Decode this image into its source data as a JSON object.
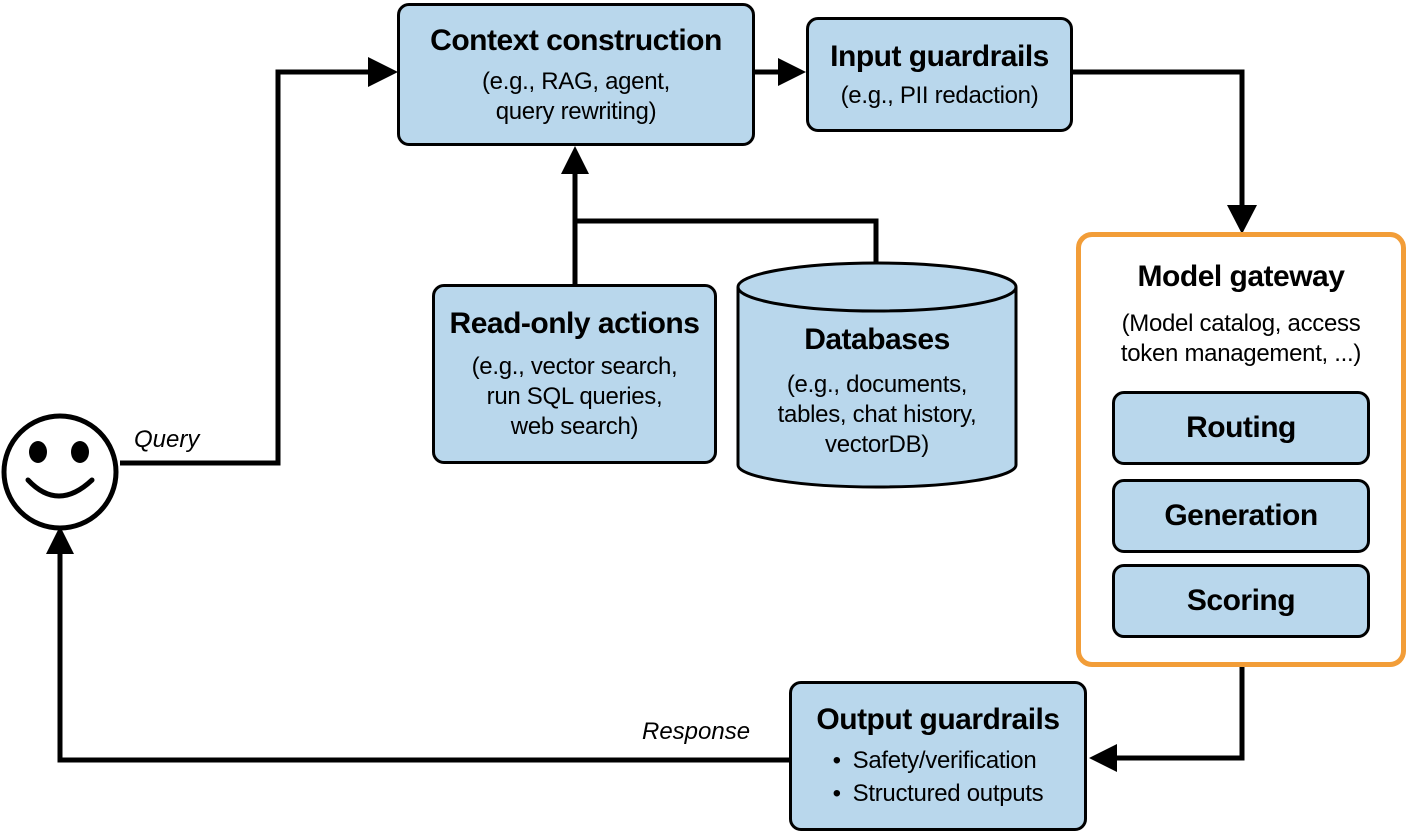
{
  "context_construction": {
    "title": "Context construction",
    "lines": [
      "(e.g., RAG, agent,",
      "query rewriting)"
    ]
  },
  "input_guardrails": {
    "title": "Input guardrails",
    "lines": [
      "(e.g., PII redaction)"
    ]
  },
  "read_only_actions": {
    "title": "Read-only actions",
    "lines": [
      "(e.g., vector search,",
      "run SQL queries,",
      "web search)"
    ]
  },
  "databases": {
    "title": "Databases",
    "lines": [
      "(e.g., documents,",
      "tables, chat history,",
      "vectorDB)"
    ]
  },
  "model_gateway": {
    "title": "Model gateway",
    "lines": [
      "(Model catalog, access",
      "token management, ...)"
    ],
    "components": [
      "Routing",
      "Generation",
      "Scoring"
    ],
    "border_color": "#f29d38"
  },
  "output_guardrails": {
    "title": "Output guardrails",
    "bullets": [
      "Safety/verification",
      "Structured outputs"
    ]
  },
  "labels": {
    "query": "Query",
    "response": "Response"
  },
  "colors": {
    "box_fill": "#b9d7ec",
    "stroke": "#000000",
    "gateway_border": "#f29d38"
  }
}
